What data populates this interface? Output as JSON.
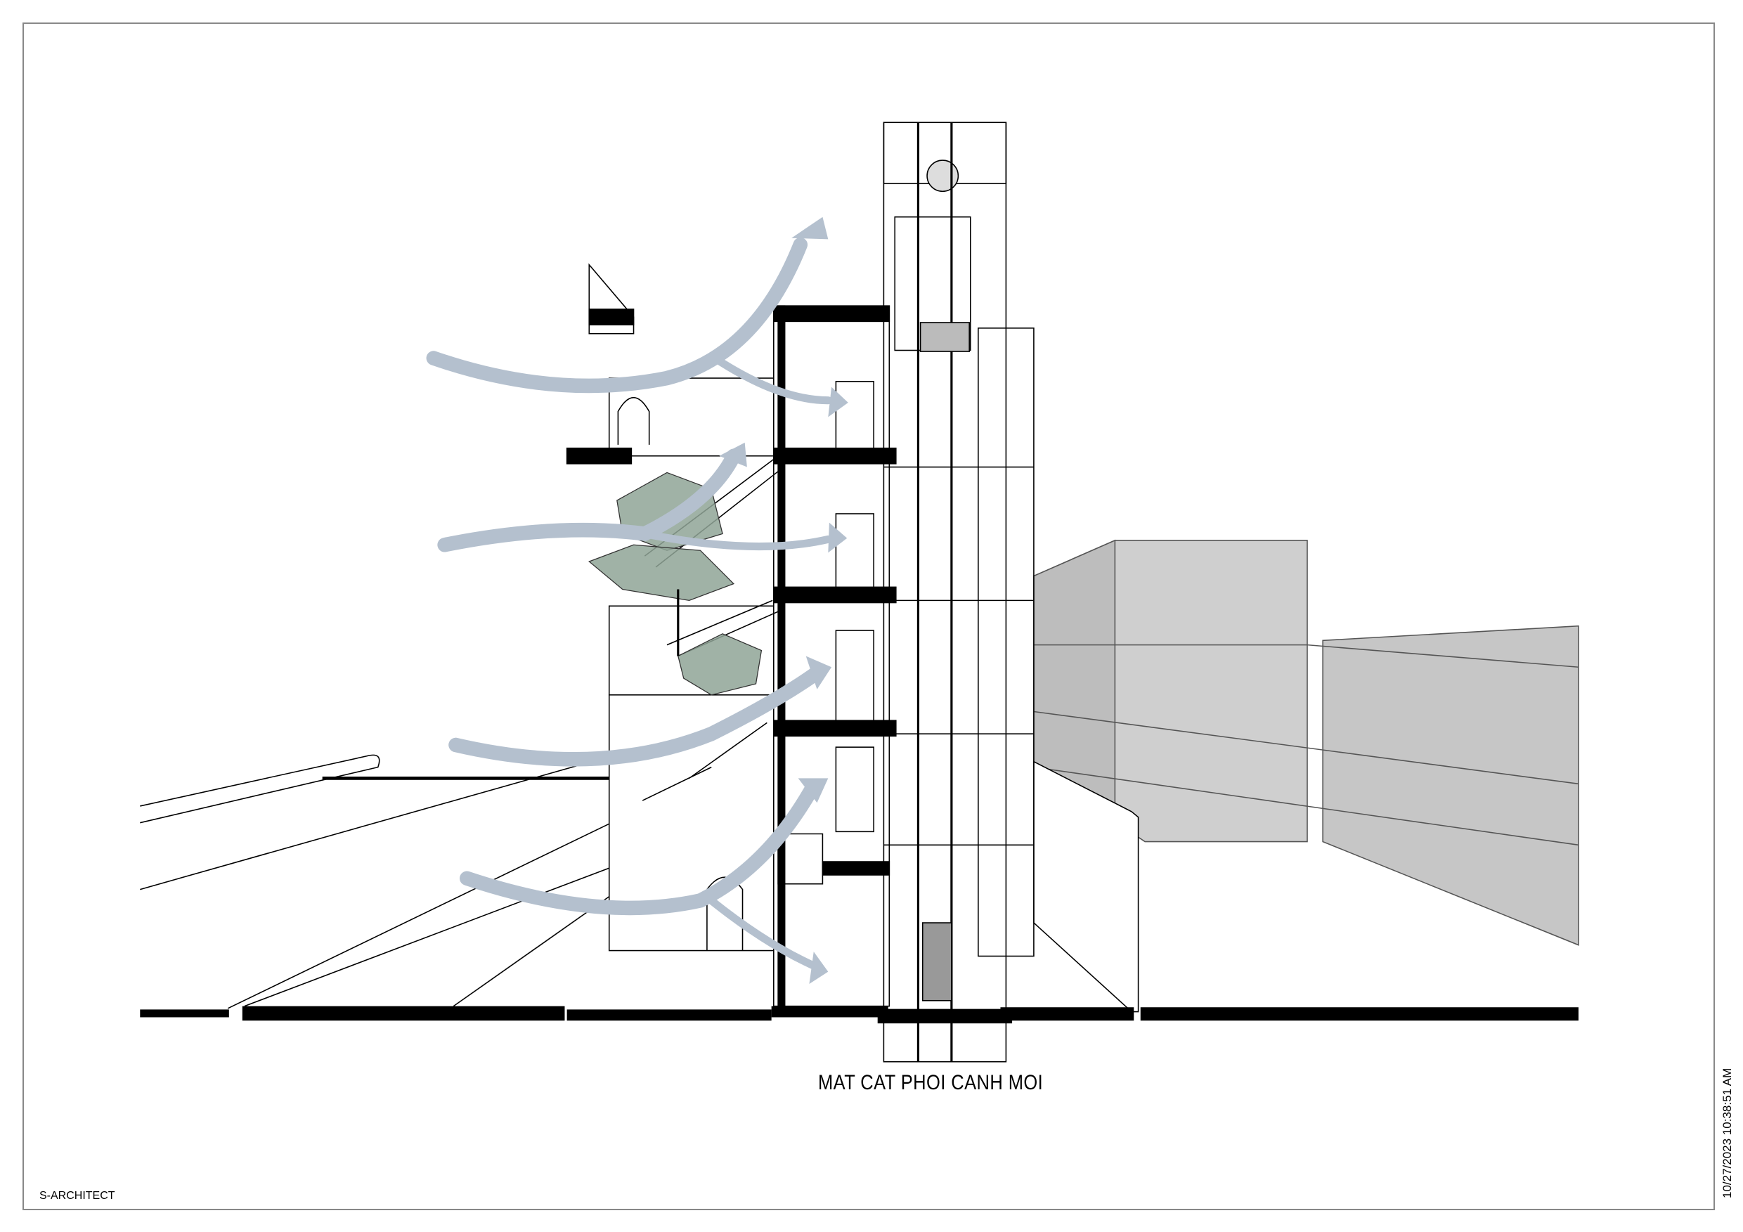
{
  "drawing": {
    "title": "MAT CAT PHOI CANH MOI",
    "firm": "S-ARCHITECT",
    "timestamp": "10/27/2023 10:38:51 AM"
  },
  "colors": {
    "airflow_arrow": "#b4c0ce",
    "tree": "#8fa596",
    "neighbor_block": "#c8c8c8",
    "slab": "#000000"
  }
}
